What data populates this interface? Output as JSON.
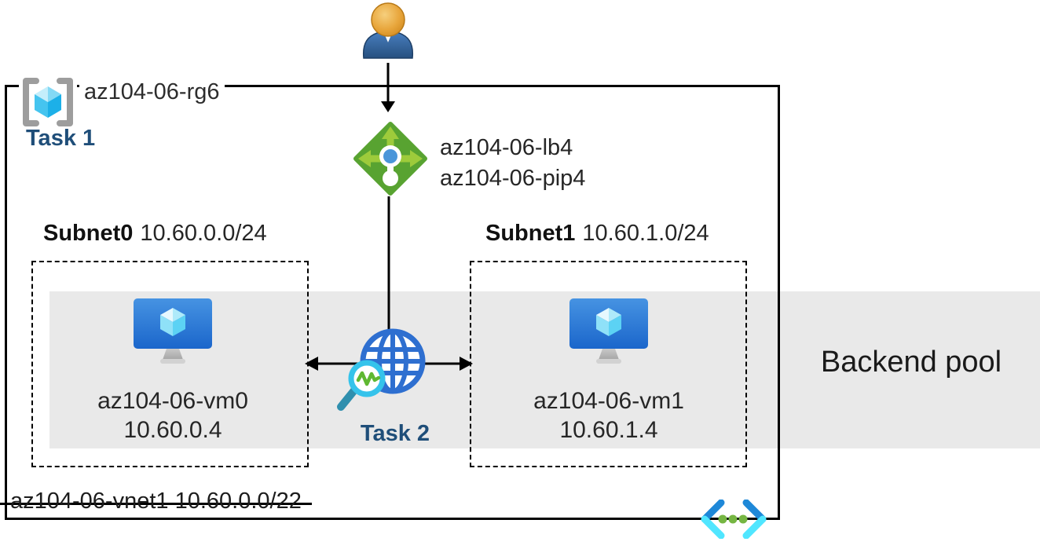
{
  "resource_group": {
    "icon": "resource-group-icon",
    "label": "az104-06-rg6",
    "task_label": "Task 1"
  },
  "user": {
    "icon": "user-icon"
  },
  "load_balancer": {
    "icon": "load-balancer-icon",
    "name": "az104-06-lb4",
    "public_ip": "az104-06-pip4"
  },
  "health_probe": {
    "icon": "globe-probe-icon",
    "task_label": "Task 2"
  },
  "subnets": [
    {
      "name": "Subnet0",
      "cidr": "10.60.0.0/24",
      "vm": {
        "icon": "vm-icon",
        "name": "az104-06-vm0",
        "ip": "10.60.0.4"
      }
    },
    {
      "name": "Subnet1",
      "cidr": "10.60.1.0/24",
      "vm": {
        "icon": "vm-icon",
        "name": "az104-06-vm1",
        "ip": "10.60.1.4"
      }
    }
  ],
  "backend_pool": {
    "label": "Backend pool"
  },
  "vnet": {
    "icon": "virtual-network-icon",
    "label": "az104-06-vnet1 10.60.0.0/22"
  },
  "connectors": {
    "user_to_lb": "down-arrow-icon",
    "lb_to_vms": "bidirectional-arrow-icon"
  },
  "colors": {
    "task_text": "#1f4e79",
    "band_gray": "#e9e9e9",
    "lb_green": "#58a331",
    "lb_arrow_green": "#9dcb3b",
    "lb_dot_blue": "#4a96d9",
    "globe_blue": "#2e6fd0",
    "magnifier_cyan": "#35c3eb",
    "probe_zigzag_green": "#5fb832",
    "vm_monitor_blue": "#2e7dd6",
    "vnet_chevron_blue": "#1e88d8",
    "vnet_chevron_cyan": "#50e6ff",
    "vnet_dot_green": "#76b643",
    "border_black": "#000000"
  }
}
